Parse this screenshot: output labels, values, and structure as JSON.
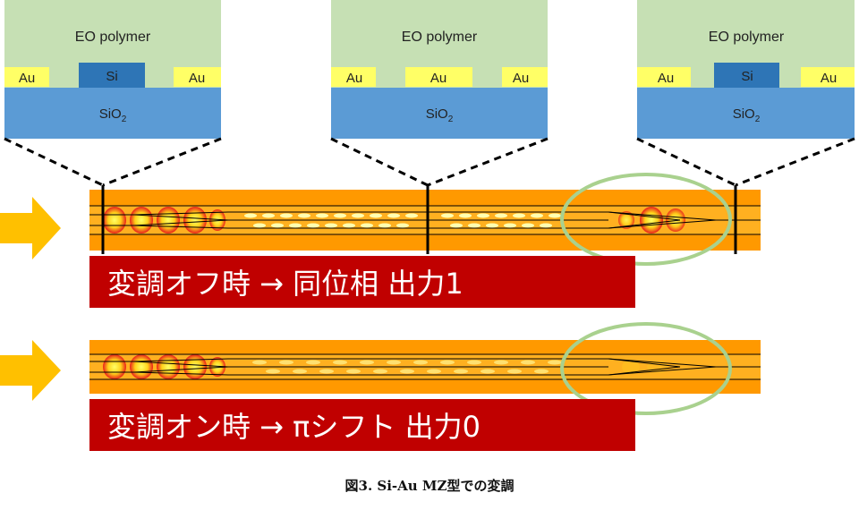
{
  "cross_sections": [
    {
      "top_label": "EO polymer",
      "center_label": "Si",
      "left_electrode": "Au",
      "right_electrode": "Au",
      "substrate": "SiO",
      "substrate_sub": "2"
    },
    {
      "top_label": "EO polymer",
      "left_electrode": "Au",
      "center_label": "Au",
      "right_electrode": "Au",
      "substrate": "SiO",
      "substrate_sub": "2"
    },
    {
      "top_label": "EO polymer",
      "center_label": "Si",
      "left_electrode": "Au",
      "right_electrode": "Au",
      "substrate": "SiO",
      "substrate_sub": "2"
    }
  ],
  "rows": [
    {
      "banner": "変調オフ時 → 同位相 出力1",
      "output_state": "in-phase"
    },
    {
      "banner": "変調オン時 → πシフト 出力0",
      "output_state": "pi-shift"
    }
  ],
  "caption": "図3. Si-Au MZ型での変調",
  "colors": {
    "polymer": "#c6e0b4",
    "gold": "#ffff66",
    "silicon": "#2e75b6",
    "oxide": "#5b9bd5",
    "device": "#ff9900",
    "banner": "#c00000",
    "arrow": "#ffc000",
    "highlight": "#a9d18e"
  },
  "icons": [
    "input-arrow-icon",
    "highlight-ellipse-icon"
  ]
}
